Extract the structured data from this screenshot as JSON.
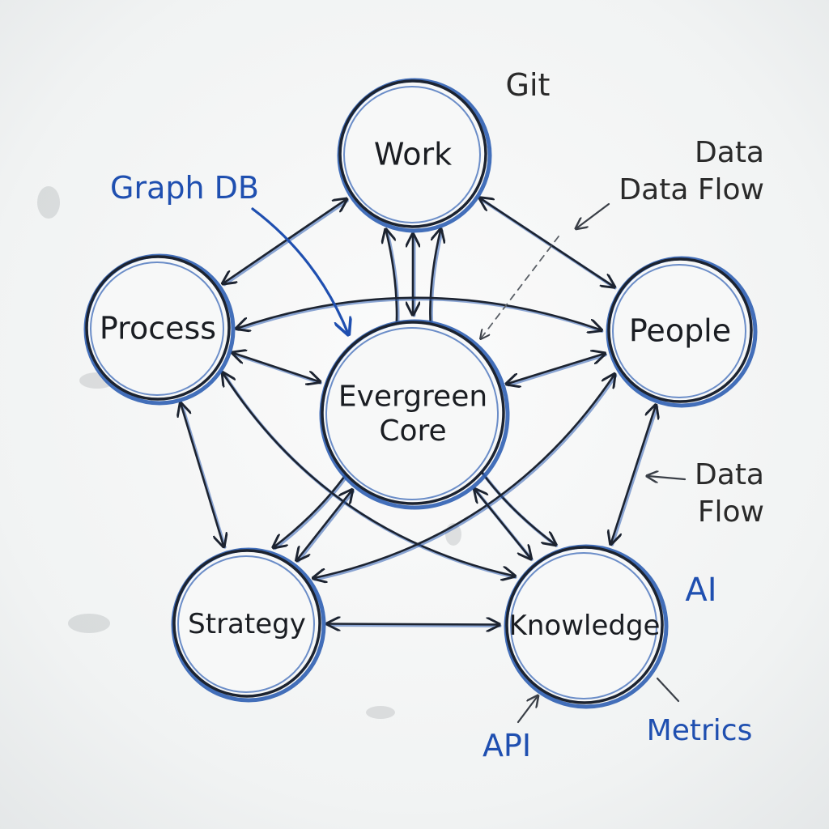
{
  "nodes": [
    {
      "id": "work",
      "label_lines": [
        "Work"
      ]
    },
    {
      "id": "process",
      "label_lines": [
        "Process"
      ]
    },
    {
      "id": "people",
      "label_lines": [
        "People"
      ]
    },
    {
      "id": "core",
      "label_lines": [
        "Evergreen",
        "Core"
      ]
    },
    {
      "id": "strategy",
      "label_lines": [
        "Strategy"
      ]
    },
    {
      "id": "knowledge",
      "label_lines": [
        "Knowledge"
      ]
    }
  ],
  "edges": [
    {
      "from": "work",
      "to": "core",
      "kind": "double"
    },
    {
      "from": "work",
      "to": "process",
      "kind": "double"
    },
    {
      "from": "work",
      "to": "people",
      "kind": "double"
    },
    {
      "from": "work",
      "to": "strategy",
      "kind": "double"
    },
    {
      "from": "work",
      "to": "knowledge",
      "kind": "double"
    },
    {
      "from": "process",
      "to": "core",
      "kind": "double"
    },
    {
      "from": "process",
      "to": "people",
      "kind": "double"
    },
    {
      "from": "process",
      "to": "strategy",
      "kind": "double"
    },
    {
      "from": "process",
      "to": "knowledge",
      "kind": "double"
    },
    {
      "from": "people",
      "to": "core",
      "kind": "double"
    },
    {
      "from": "people",
      "to": "strategy",
      "kind": "double"
    },
    {
      "from": "people",
      "to": "knowledge",
      "kind": "double"
    },
    {
      "from": "core",
      "to": "strategy",
      "kind": "double"
    },
    {
      "from": "core",
      "to": "knowledge",
      "kind": "double"
    },
    {
      "from": "strategy",
      "to": "knowledge",
      "kind": "double"
    }
  ],
  "annotations": [
    {
      "id": "git",
      "lines": [
        "Git"
      ],
      "color": "#2a2a2a"
    },
    {
      "id": "graph-db",
      "lines": [
        "Graph DB"
      ],
      "color": "#1f4fb0"
    },
    {
      "id": "data-flow-top",
      "lines": [
        "Data",
        "Data Flow"
      ],
      "color": "#2a2a2a"
    },
    {
      "id": "data-flow-right",
      "lines": [
        "Data",
        "Flow"
      ],
      "color": "#2a2a2a"
    },
    {
      "id": "ai",
      "lines": [
        "AI"
      ],
      "color": "#1f4fb0"
    },
    {
      "id": "api",
      "lines": [
        "API"
      ],
      "color": "#1f4fb0"
    },
    {
      "id": "metrics",
      "lines": [
        "Metrics"
      ],
      "color": "#1f4fb0"
    }
  ],
  "colors": {
    "board": "#f7f8f8",
    "ink_dark": "#1c2330",
    "ink_blue": "#2f5fb3",
    "accent_blue": "#1f4fb0"
  }
}
